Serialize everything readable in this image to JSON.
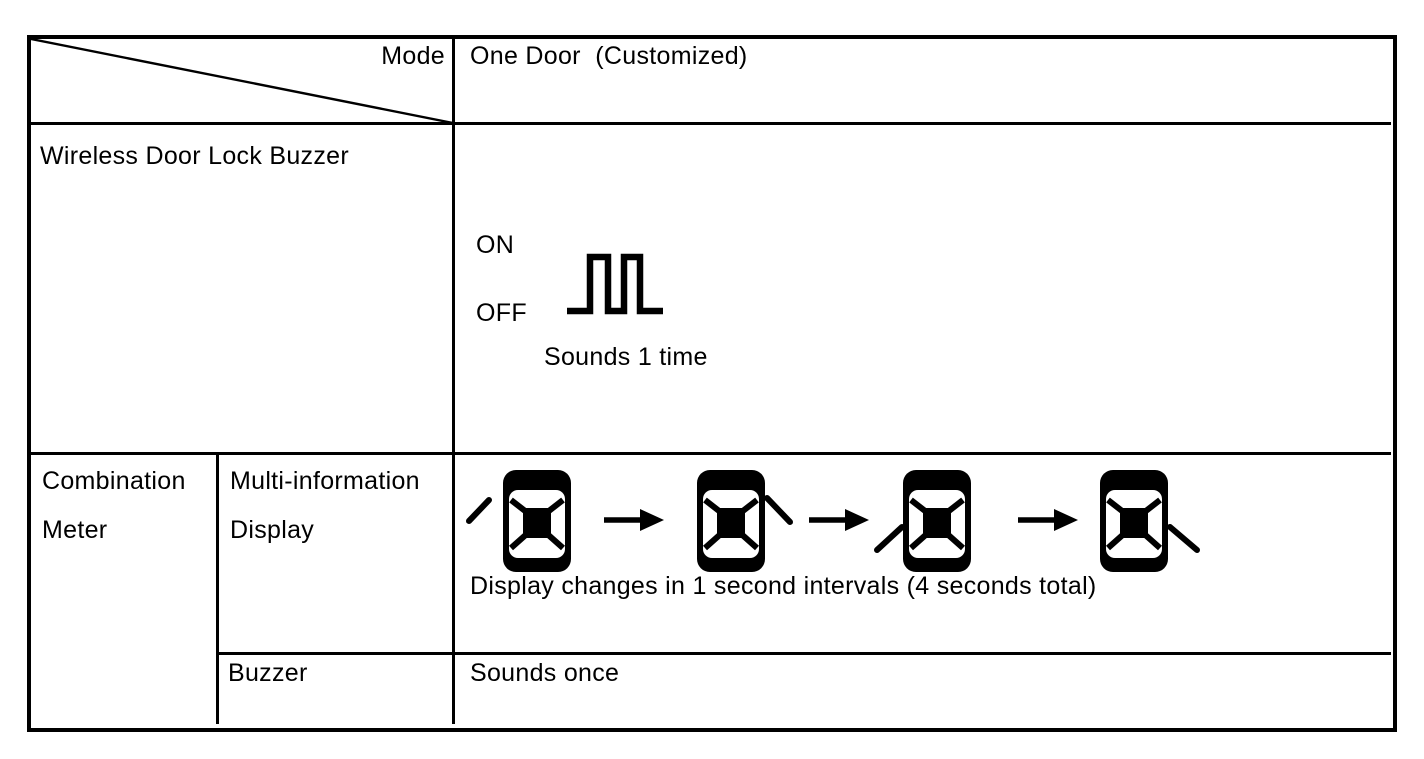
{
  "colors": {
    "ink": "#000000",
    "background": "#ffffff"
  },
  "table": {
    "header": {
      "mode_label": "Mode",
      "mode_value": "One Door  (Customized)"
    },
    "rows": [
      {
        "label": "Wireless Door Lock Buzzer",
        "waveform": {
          "type": "buzzer-pulse-waveform",
          "on_label": "ON",
          "off_label": "OFF",
          "pulse_count": 2,
          "caption": "Sounds 1 time"
        }
      },
      {
        "label_line1": "Combination",
        "label_line2": "Meter",
        "sub_rows": [
          {
            "label_line1": "Multi-information",
            "label_line2": "Display",
            "diagram": {
              "sequence": [
                "car-front-left-door-open-icon",
                "arrow-right-icon",
                "car-front-right-door-open-icon",
                "arrow-right-icon",
                "car-rear-left-door-open-icon",
                "arrow-right-icon",
                "car-rear-right-door-open-icon"
              ],
              "caption": "Display changes in 1 second intervals (4 seconds total)"
            }
          },
          {
            "label": "Buzzer",
            "value": "Sounds once"
          }
        ]
      }
    ]
  }
}
